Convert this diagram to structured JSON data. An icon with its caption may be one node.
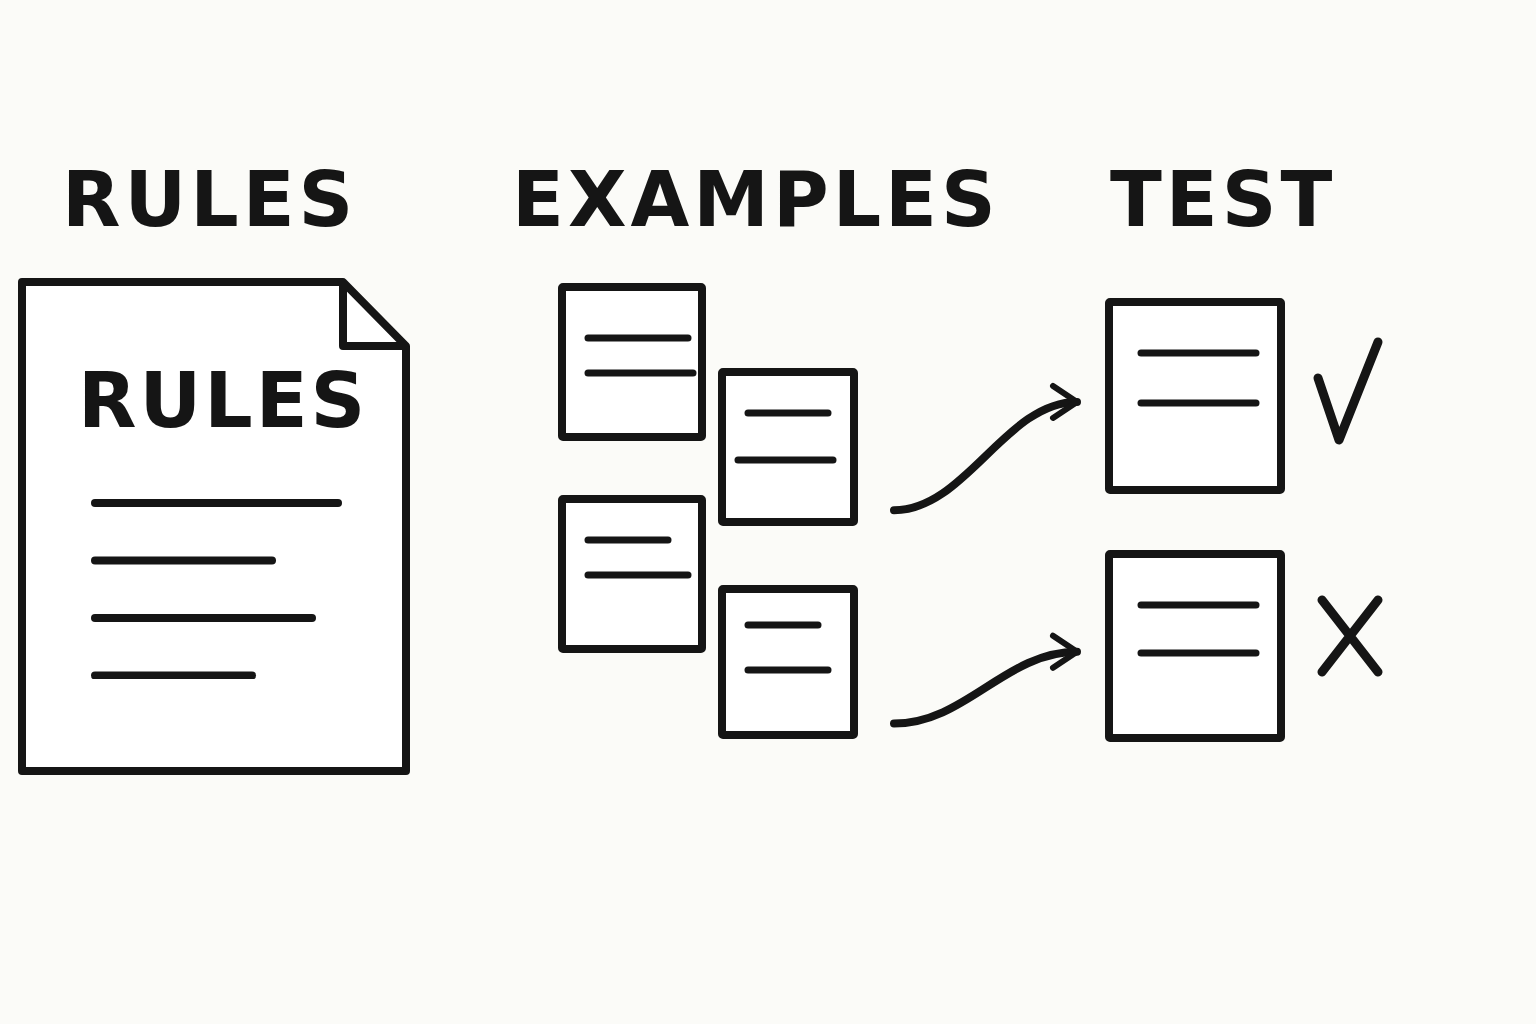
{
  "diagram": {
    "nodes": [
      {
        "text": [
          "RULES"
        ]
      },
      {
        "text": [],
        "shape": "box"
      },
      {
        "text": [],
        "shape": "box"
      },
      {
        "text": [],
        "shape": "box"
      },
      {
        "text": [],
        "shape": "box"
      },
      {
        "text": [],
        "shape": "box"
      },
      {
        "text": [],
        "shape": "box"
      }
    ],
    "edges": [
      {
        "from": 2,
        "to": 5,
        "arrow": "to"
      },
      {
        "from": 4,
        "to": 6,
        "arrow": "to"
      }
    ],
    "labels": [
      "RULES",
      "EXAMPLES",
      "TEST"
    ]
  }
}
